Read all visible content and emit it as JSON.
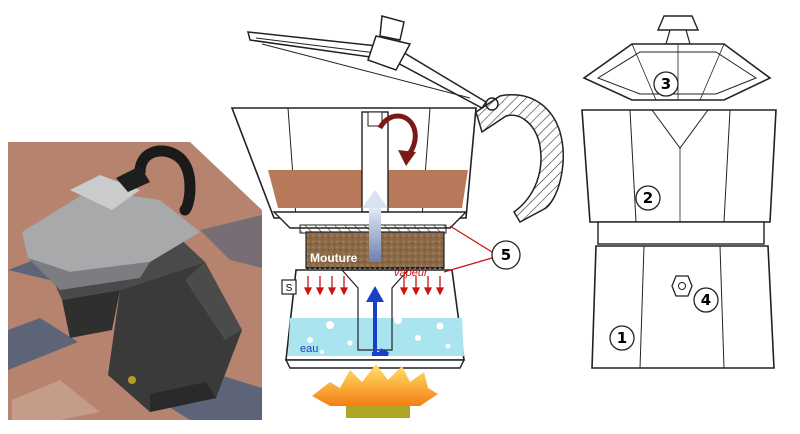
{
  "labels": {
    "mouture": "Mouture",
    "vapeur": "vapeur",
    "eau": "eau",
    "valve_mark": "S"
  },
  "callouts": [
    "1",
    "2",
    "3",
    "4",
    "5"
  ],
  "colors": {
    "coffee": "#b8795a",
    "grounds": "#8c6a48",
    "water": "#a9e4ef",
    "steam_arrows": "#cc1111",
    "flow_arrow": "#1a3fc9",
    "curved_arrow": "#7a1a12",
    "flame": "#f6a21b",
    "burner": "#b2a424",
    "photo_background": "#b5836e",
    "photo_tile": "#4e5f7a",
    "photo_pot": "#3a3a3a"
  },
  "icons": [
    "curved-flow-arrow-icon",
    "up-flow-arrow-icon",
    "steam-arrow-icon",
    "flame-icon",
    "safety-valve-icon"
  ]
}
